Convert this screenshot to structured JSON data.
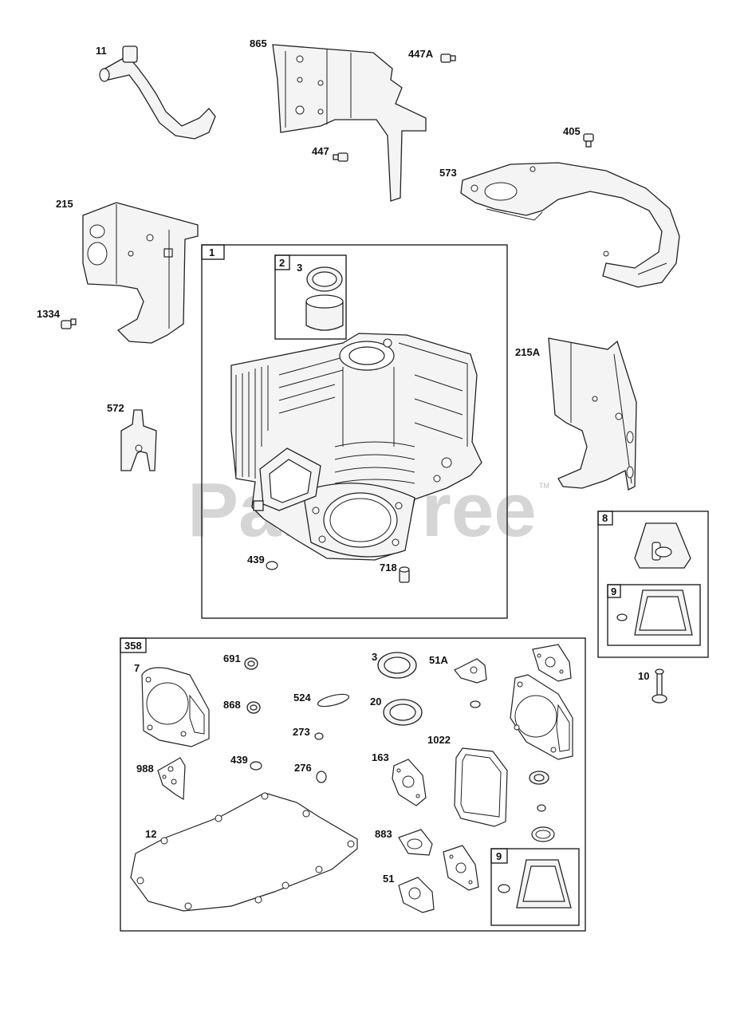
{
  "watermark": {
    "text": "PartsTree",
    "tm": "TM",
    "color": "#c8c8c8"
  },
  "boxes": {
    "engine_block": "1",
    "bearing_kit": "2",
    "gasket_set": "358",
    "breather_kit": "8",
    "breather_gasket_kit_a": "9",
    "breather_gasket_kit_b": "9"
  },
  "labels": {
    "p11": "11",
    "p865": "865",
    "p447A": "447A",
    "p447": "447",
    "p405": "405",
    "p573": "573",
    "p215": "215",
    "p1334": "1334",
    "p572": "572",
    "p3_kit": "3",
    "p215A": "215A",
    "p439_kit": "439",
    "p718": "718",
    "p10": "10",
    "p7": "7",
    "p691": "691",
    "p868": "868",
    "p524": "524",
    "p273": "273",
    "p988": "988",
    "p439": "439",
    "p276": "276",
    "p12": "12",
    "p3": "3",
    "p51A": "51A",
    "p20": "20",
    "p1022": "1022",
    "p163": "163",
    "p883": "883",
    "p51": "51"
  }
}
